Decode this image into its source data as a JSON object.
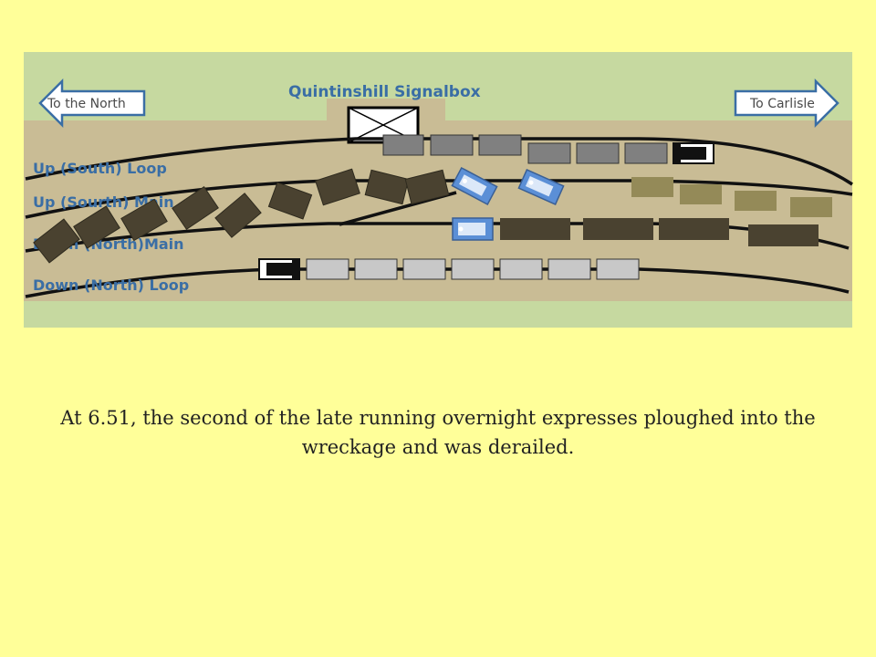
{
  "diagram": {
    "signalbox_label": "Quintinshill Signalbox",
    "arrow_left_label": "To the North",
    "arrow_right_label": "To Carlisle",
    "line_labels": {
      "up_loop": "Up (South) Loop",
      "up_main": "Up (Sourth) Main",
      "down_main": "Down (North)Main",
      "down_loop": "Down (North) Loop"
    }
  },
  "caption": "At 6.51, the second of the late running overnight expresses ploughed into the wreckage and was derailed.",
  "colors": {
    "background": "#FFFF99",
    "grass": "#C6D9A0",
    "ballast": "#C9BC95",
    "label_blue": "#3A6EA5",
    "wreck_dark": "#4A4230",
    "olive_wagon": "#948A58",
    "grey_coach": "#808080",
    "light_coach": "#C8C8C8",
    "express_blue": "#5B8FD6"
  }
}
